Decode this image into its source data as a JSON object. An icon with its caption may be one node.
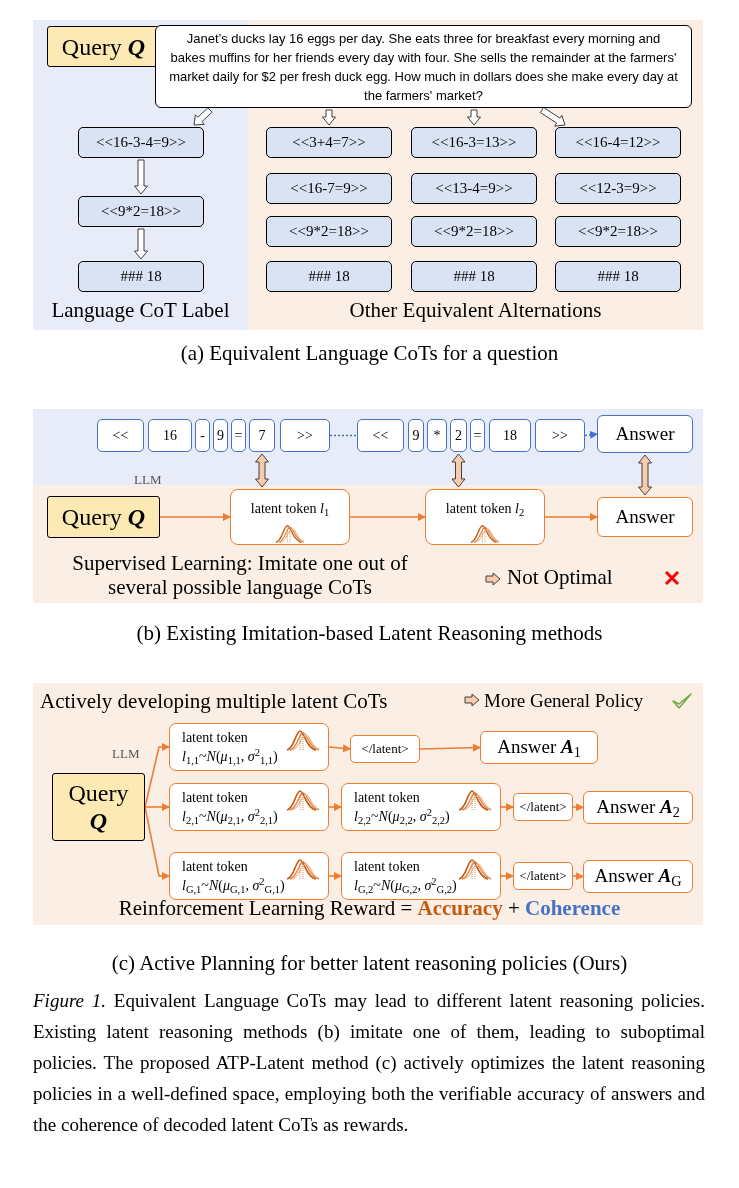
{
  "diagram": {
    "nodes": [
      {
        "text": [
          "Query **Q**"
        ]
      },
      {
        "text": [
          "Janet’s ducks lay 16 eggs per day. She eats three for breakfast every morning and bakes muffins for her friends every day with four. She sells the remainder at the farmers' market daily for $2 per fresh duck egg. How much in dollars does she make every day at the farmers' market?"
        ]
      },
      {
        "text": [
          "Language CoT Label"
        ]
      },
      {
        "text": [
          "<<16-3-4=9>>"
        ],
        "in": 2
      },
      {
        "text": [
          "<<9*2=18>>"
        ],
        "in": 2
      },
      {
        "text": [
          "### 18"
        ],
        "in": 2
      },
      {
        "text": [
          "Other Equivalent Alternations"
        ]
      },
      {
        "text": [
          "<<3+4=7>>"
        ],
        "in": 6
      },
      {
        "text": [
          "<<16-3=13>>"
        ],
        "in": 6
      },
      {
        "text": [
          "<<16-4=12>>"
        ],
        "in": 6
      },
      {
        "text": [
          "<<16-7=9>>"
        ],
        "in": 6
      },
      {
        "text": [
          "<<13-4=9>>"
        ],
        "in": 6
      },
      {
        "text": [
          "<<12-3=9>>"
        ],
        "in": 6
      },
      {
        "text": [
          "<<9*2=18>>"
        ],
        "in": 6
      },
      {
        "text": [
          "<<9*2=18>>"
        ],
        "in": 6
      },
      {
        "text": [
          "<<9*2=18>>"
        ],
        "in": 6
      },
      {
        "text": [
          "### 18"
        ],
        "in": 6
      },
      {
        "text": [
          "### 18"
        ],
        "in": 6
      },
      {
        "text": [
          "### 18"
        ],
        "in": 6
      },
      {
        "text": [
          "<<"
        ]
      },
      {
        "text": [
          "16"
        ]
      },
      {
        "text": [
          "-"
        ]
      },
      {
        "text": [
          "9"
        ]
      },
      {
        "text": [
          "="
        ]
      },
      {
        "text": [
          "7"
        ]
      },
      {
        "text": [
          ">>"
        ]
      },
      {
        "text": [
          "<<"
        ]
      },
      {
        "text": [
          "9"
        ]
      },
      {
        "text": [
          "*"
        ]
      },
      {
        "text": [
          "2"
        ]
      },
      {
        "text": [
          "="
        ]
      },
      {
        "text": [
          "18"
        ]
      },
      {
        "text": [
          ">>"
        ]
      },
      {
        "text": [
          "Answer"
        ]
      },
      {
        "text": [
          "Query **Q**"
        ]
      },
      {
        "text": [
          "latent token *l*$_{1}$"
        ]
      },
      {
        "text": [
          "latent token *l*$_{2}$"
        ]
      },
      {
        "text": [
          "Answer"
        ]
      },
      {
        "text": [
          "Query **Q**"
        ]
      },
      {
        "text": [
          "latent token",
          "*l*$_{1,1}$~*N*(*μ*$_{1,1}$, *σ*$^{2}$$_{1,1}$)"
        ]
      },
      {
        "text": [
          "</latent>"
        ]
      },
      {
        "text": [
          "Answer **A**$_{1}$"
        ]
      },
      {
        "text": [
          "latent token",
          "*l*$_{2,1}$~*N*(*μ*$_{2,1}$, *σ*$^{2}$$_{2,1}$)"
        ]
      },
      {
        "text": [
          "latent token",
          "*l*$_{2,2}$~*N*(*μ*$_{2,2}$, *σ*$^{2}$$_{2,2}$)"
        ]
      },
      {
        "text": [
          "</latent>"
        ]
      },
      {
        "text": [
          "Answer **A**$_{2}$"
        ]
      },
      {
        "text": [
          "latent token",
          "*l*$_{G,1}$~*N*(*μ*$_{G,1}$, *σ*$^{2}$$_{G,1}$)"
        ]
      },
      {
        "text": [
          "latent token",
          "*l*$_{G,2}$~*N*(*μ*$_{G,2}$, *σ*$^{2}$$_{G,2}$)"
        ]
      },
      {
        "text": [
          "</latent>"
        ]
      },
      {
        "text": [
          "Answer **A**$_{G}$"
        ]
      }
    ],
    "edges": [
      {
        "from": 1,
        "to": 3,
        "arrow": "to",
        "style": "thick",
        "color": "#404040"
      },
      {
        "from": 1,
        "to": 7,
        "arrow": "to",
        "style": "thick",
        "color": "#404040"
      },
      {
        "from": 1,
        "to": 8,
        "arrow": "to",
        "style": "thick",
        "color": "#404040"
      },
      {
        "from": 1,
        "to": 9,
        "arrow": "to",
        "style": "thick",
        "color": "#404040"
      },
      {
        "from": 3,
        "to": 4,
        "arrow": "to",
        "style": "thick",
        "color": "#404040"
      },
      {
        "from": 4,
        "to": 5,
        "arrow": "to",
        "style": "thick",
        "color": "#404040"
      },
      {
        "from": 25,
        "to": 26,
        "arrow": "none",
        "style": "dashed",
        "color": "#4472c4"
      },
      {
        "from": 32,
        "to": 33,
        "arrow": "to",
        "style": "dashed",
        "color": "#4472c4"
      },
      {
        "from": 24,
        "to": 35,
        "arrow": "both",
        "style": "thick",
        "color": "#404040"
      },
      {
        "from": 29,
        "to": 36,
        "arrow": "both",
        "style": "thick",
        "color": "#404040"
      },
      {
        "from": 33,
        "to": 37,
        "arrow": "both",
        "style": "thick",
        "color": "#404040"
      },
      {
        "from": 34,
        "to": 35,
        "arrow": "to"
      },
      {
        "from": 35,
        "to": 36,
        "arrow": "to"
      },
      {
        "from": 36,
        "to": 37,
        "arrow": "to"
      },
      {
        "from": 38,
        "to": 39,
        "arrow": "to"
      },
      {
        "from": 38,
        "to": 42,
        "arrow": "to"
      },
      {
        "from": 38,
        "to": 46,
        "arrow": "to"
      },
      {
        "from": 39,
        "to": 40,
        "arrow": "to"
      },
      {
        "from": 40,
        "to": 41,
        "arrow": "to"
      },
      {
        "from": 42,
        "to": 43,
        "arrow": "to"
      },
      {
        "from": 43,
        "to": 44,
        "arrow": "to"
      },
      {
        "from": 44,
        "to": 45,
        "arrow": "to"
      },
      {
        "from": 46,
        "to": 47,
        "arrow": "to"
      },
      {
        "from": 47,
        "to": 48,
        "arrow": "to"
      },
      {
        "from": 48,
        "to": 49,
        "arrow": "to"
      }
    ],
    "labels": [
      "(a) Equivalent Language CoTs for a question",
      "LLM",
      "Supervised Learning: Imitate one out of several possible language CoTs",
      "Not Optimal",
      "(b) Existing Imitation-based Latent Reasoning methods",
      "Actively developing multiple latent CoTs",
      "More General Policy",
      "LLM",
      "Reinforcement Learning Reward = **Accuracy** + **Coherence**",
      "(c) Active Planning for better latent reasoning policies (Ours)",
      "*Figure 1.* Equivalent Language CoTs may lead to different latent reasoning policies. Existing latent reasoning methods (b) imitate one of them, leading to suboptimal policies. The proposed ATP-Latent method (c) actively optimizes the latent reasoning policies in a well-defined space, employing both the verifiable accuracy of answers and the coherence of decoded latent CoTs as rewards."
    ]
  }
}
